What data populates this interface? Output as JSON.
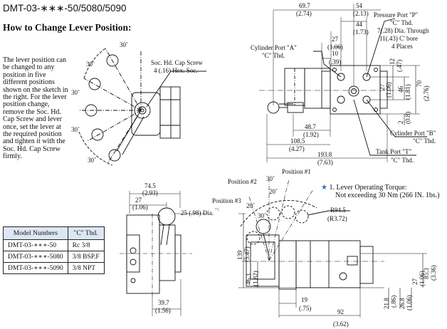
{
  "header": {
    "model_title": "DMT-03-∗∗∗-50/5080/5090",
    "section_title": "How to Change Lever Position:"
  },
  "description_lines": [
    "The lever position can",
    "be changed to any",
    "position in five",
    "different positions",
    "shown on the sketch in",
    "the right. For the lever",
    "position change,",
    "remove the Soc. Hd.",
    "Cap Screw and lever",
    "once, set the lever at",
    "the required position",
    "and tighten it with the",
    "Soc. Hd. Cap Screw",
    "firmly."
  ],
  "lever_sketch": {
    "angles": [
      "30˚",
      "30˚",
      "30˚",
      "30˚",
      "30˚"
    ],
    "screw_label_1": "Soc. Hd. Cap Screw",
    "screw_label_2": "4 (.16) Hex. Soc."
  },
  "top_view": {
    "dims": {
      "d69": "69.7",
      "d69i": "(2.74)",
      "d54": "54",
      "d54i": "(2.13)",
      "d44": "44",
      "d44i": "(1.73)",
      "d27": "27",
      "d27i": "(1.06)",
      "d10": "10",
      "d10i": "(.39)",
      "d48": "48.7",
      "d48i": "(1.92)",
      "d108": "108.5",
      "d108i": "(4.27)",
      "d193": "193.8",
      "d193i": "(7.63)",
      "v12": "12",
      "v12i": "(.47)",
      "v27": "27",
      "v27i": "(1.06)",
      "v46": "46",
      "v46i": "(1.81)",
      "v70": "70",
      "v70i": "(2.76)",
      "v2": "2",
      "v2i": "(0.8)"
    },
    "ports": {
      "pressure_1": "Pressure Port \"P\"",
      "pressure_2": "\"C\" Thd.",
      "pressure_3": "7(.28) Dia. Through",
      "pressure_4": "11(.43) C' bore",
      "pressure_5": "4 Places",
      "cyl_a_1": "Cylinder Port \"A\"",
      "cyl_a_2": "\"C\" Thd.",
      "cyl_b_1": "Cylinder Port \"B\"",
      "cyl_b_2": "\"C\" Thd.",
      "tank_1": "Tank Port \"T\"",
      "tank_2": "\"C\" Thd."
    }
  },
  "side_view": {
    "d745": "74.5",
    "d745i": "(2.93)",
    "d27": "27",
    "d27i": "(1.06)",
    "lever_dia": "25 (.98) Dia.",
    "lever_dia_mark": "*1",
    "d397": "39.7",
    "d397i": "(1.56)"
  },
  "front_view": {
    "pos1": "Position #1",
    "pos2": "Position #2",
    "pos3": "Position #3",
    "a30": "30˚",
    "a20a": "20˚",
    "a20b": "20˚",
    "a30b": "30˚",
    "r945": "R94.5",
    "r945i": "(R3.72)",
    "v139": "139",
    "v139i": "(5.47)",
    "v463": "46.3",
    "v463i": "(1.82)",
    "v853": "85.3",
    "v853i": "(3.36)",
    "v27": "27",
    "v27i": "(1.06)",
    "v268": "26.8",
    "v268i": "(1.06)",
    "v218": "21.8",
    "v218i": "(.86)",
    "h19": "19",
    "h19i": "(.75)",
    "h92": "92",
    "h92i": "(3.62)"
  },
  "note": {
    "star": "★",
    "line1": "1. Lever Operating Torque:",
    "line2": "Not exceeding 30 Nm (266 IN. 1bs.)"
  },
  "model_table": {
    "headers": [
      "Model Numbers",
      "\"C\" Thd."
    ],
    "rows": [
      [
        "DMT-03-∗∗∗-50",
        "Rc 3/8"
      ],
      [
        "DMT-03-∗∗∗-5080",
        "3/8 BSP.F"
      ],
      [
        "DMT-03-∗∗∗-5090",
        "3/8 NPT"
      ]
    ]
  },
  "colors": {
    "table_header_bg": "#dde7f3",
    "note_star": "#1a75c9"
  }
}
